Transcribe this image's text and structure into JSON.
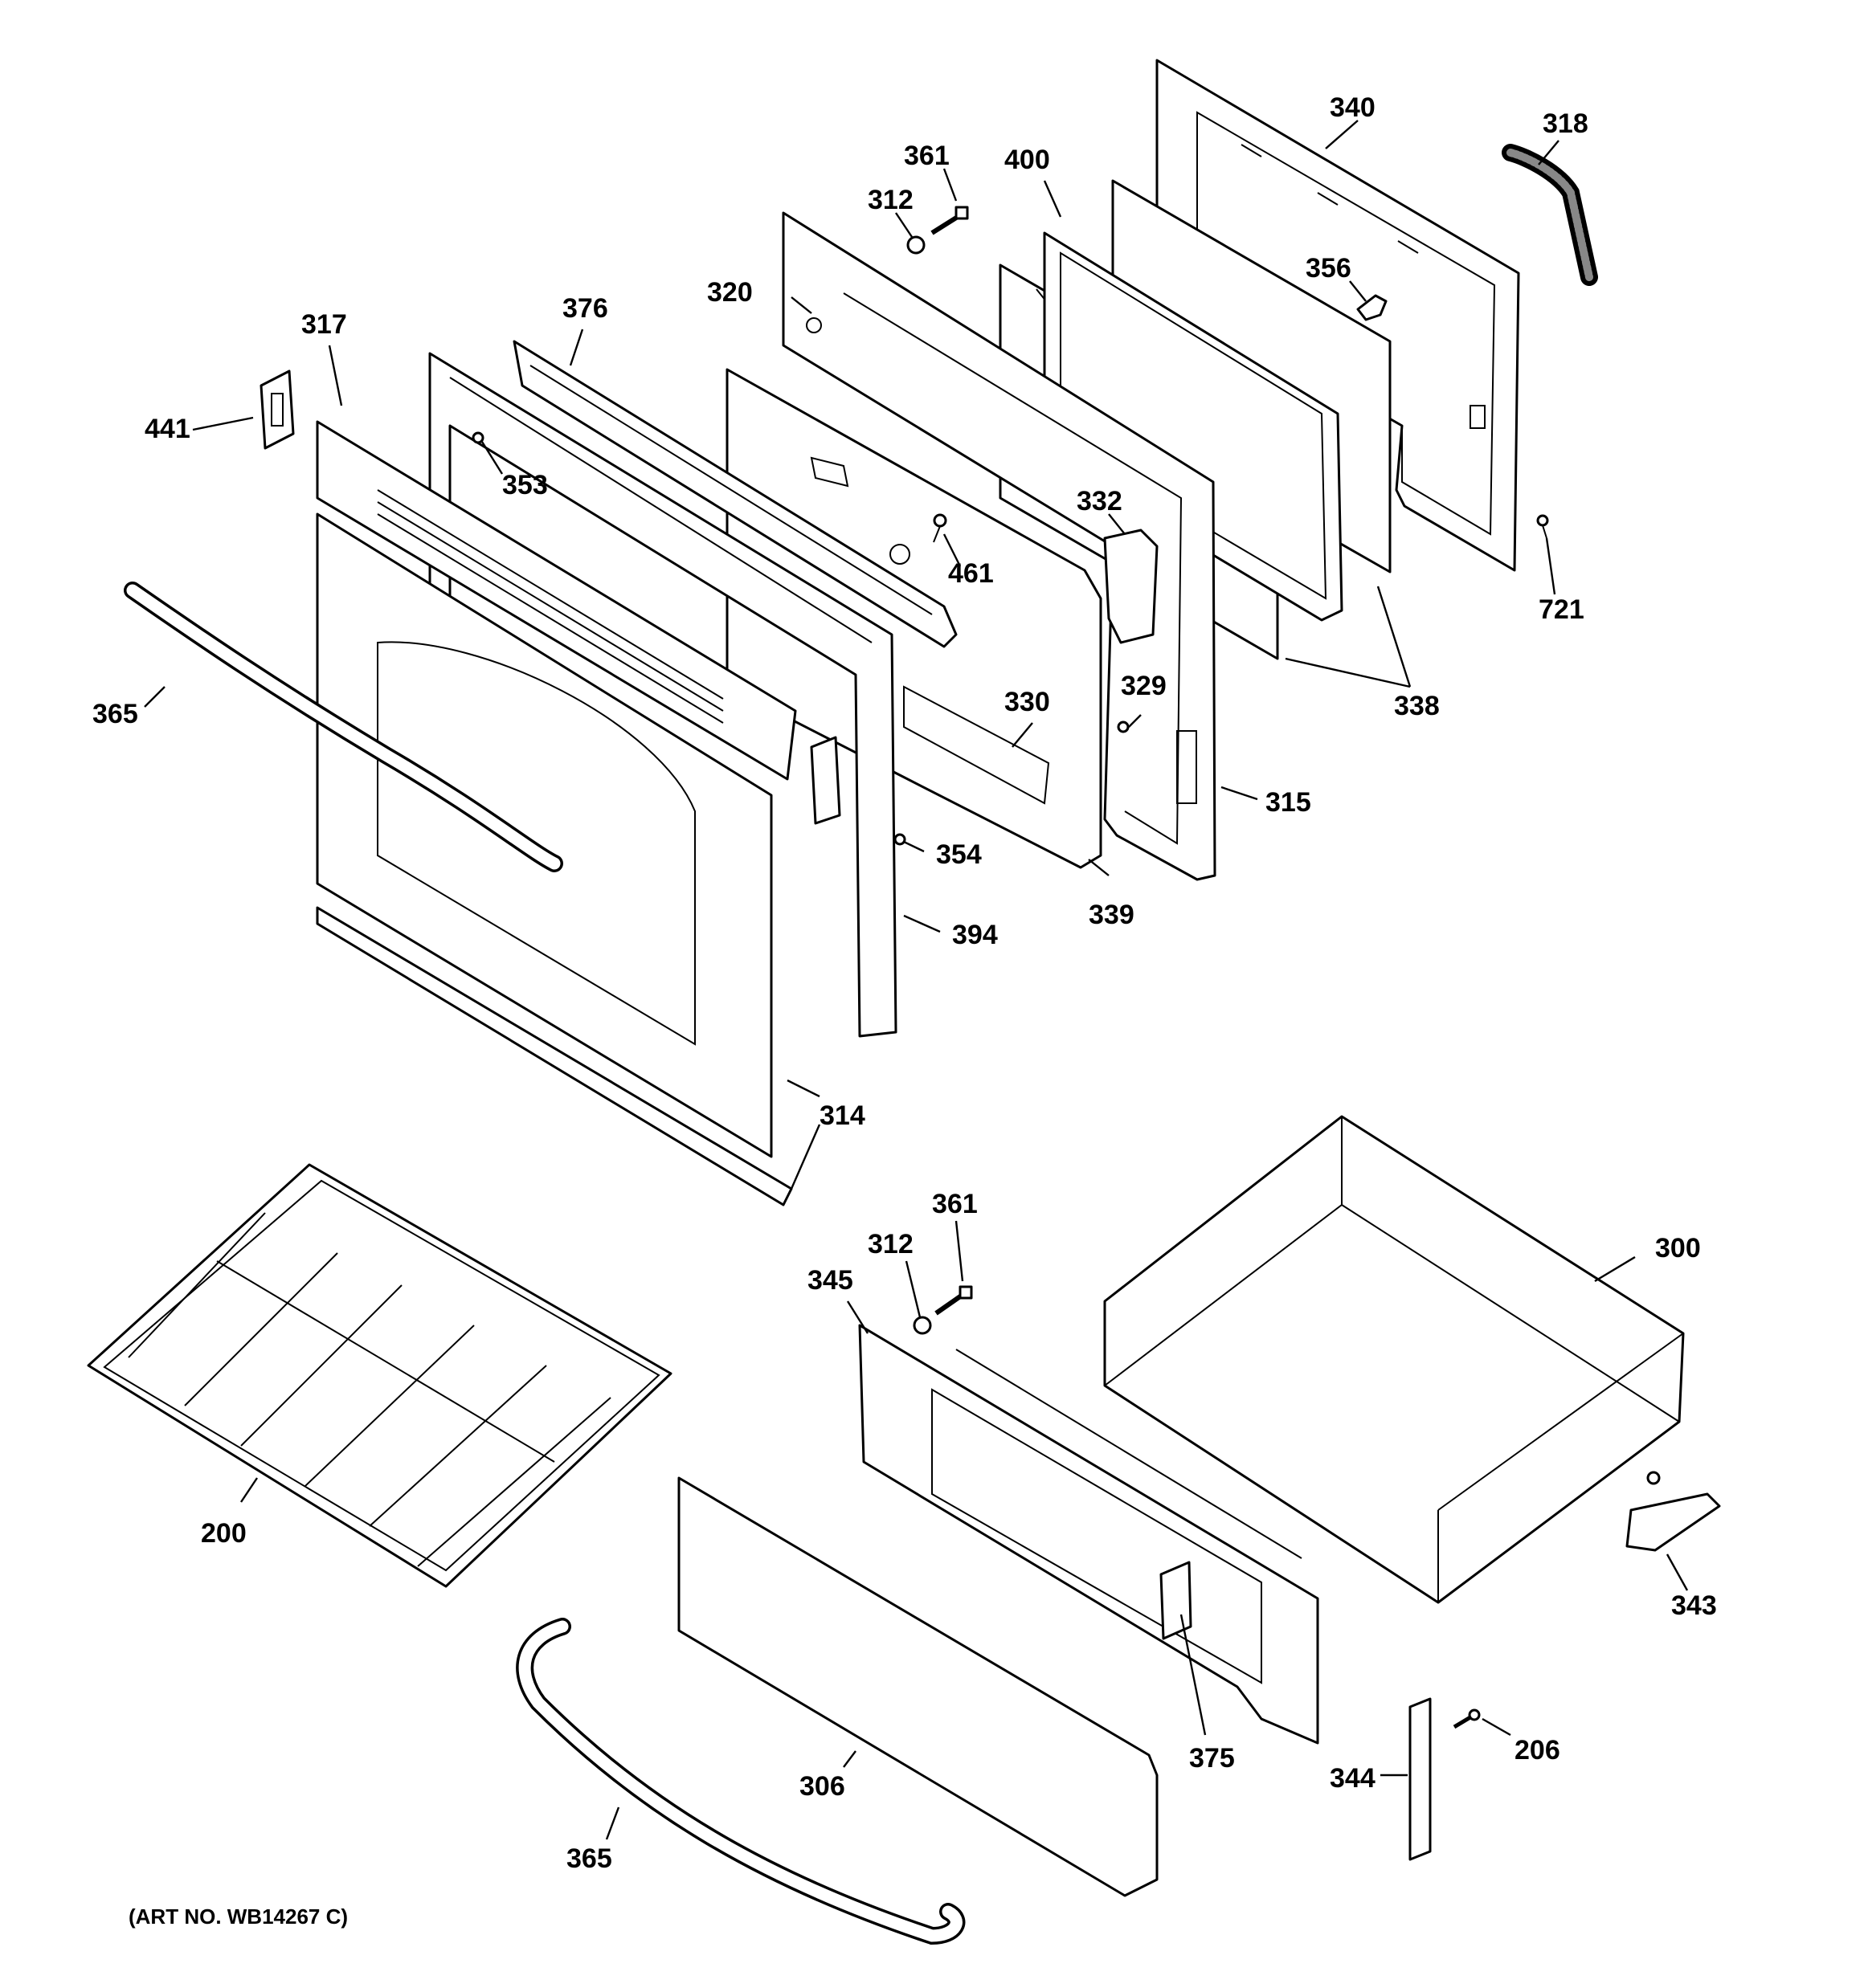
{
  "art_number": "(ART NO. WB14267 C)",
  "labels": {
    "p340": "340",
    "p318": "318",
    "p361a": "361",
    "p400": "400",
    "p312a": "312",
    "p356": "356",
    "p320": "320",
    "p376": "376",
    "p317": "317",
    "p441": "441",
    "p353": "353",
    "p332": "332",
    "p461": "461",
    "p721": "721",
    "p365a": "365",
    "p330": "330",
    "p329": "329",
    "p338": "338",
    "p315": "315",
    "p354": "354",
    "p339": "339",
    "p394": "394",
    "p314": "314",
    "p361b": "361",
    "p312b": "312",
    "p300": "300",
    "p345": "345",
    "p200": "200",
    "p343": "343",
    "p375": "375",
    "p206": "206",
    "p306": "306",
    "p344": "344",
    "p365b": "365"
  }
}
